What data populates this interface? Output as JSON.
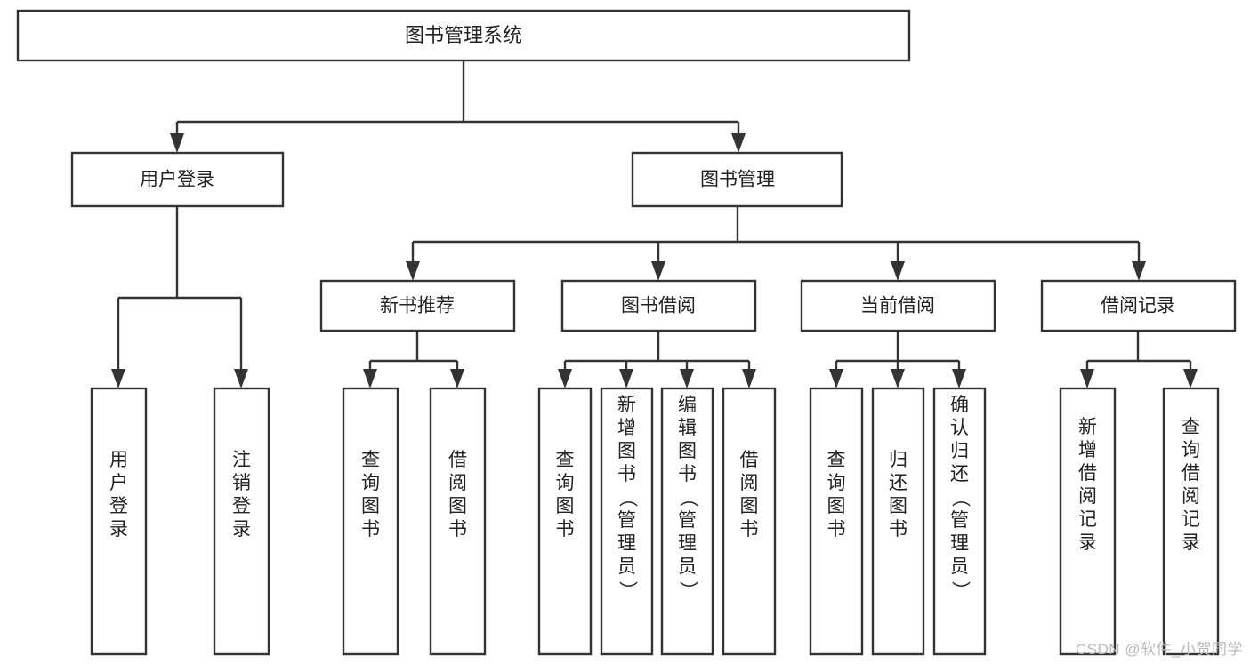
{
  "diagram": {
    "type": "tree-hierarchy",
    "title": "图书管理系统",
    "orientation": "top-down",
    "colors": {
      "box_stroke": "#333333",
      "box_fill": "#ffffff",
      "text": "#222222",
      "background": "#ffffff",
      "watermark": "#b9b9b9"
    },
    "root": {
      "id": "root",
      "label": "图书管理系统",
      "text_orientation": "horizontal"
    },
    "level2": [
      {
        "id": "user-login",
        "label": "用户登录",
        "text_orientation": "horizontal"
      },
      {
        "id": "book-manage",
        "label": "图书管理",
        "text_orientation": "horizontal"
      }
    ],
    "level3": [
      {
        "id": "new-book-recommend",
        "label": "新书推荐",
        "text_orientation": "horizontal",
        "parent": "book-manage"
      },
      {
        "id": "book-borrow",
        "label": "图书借阅",
        "text_orientation": "horizontal",
        "parent": "book-manage"
      },
      {
        "id": "current-borrow",
        "label": "当前借阅",
        "text_orientation": "horizontal",
        "parent": "book-manage"
      },
      {
        "id": "borrow-record",
        "label": "借阅记录",
        "text_orientation": "horizontal",
        "parent": "book-manage"
      }
    ],
    "leaves": [
      {
        "id": "leaf-user-login",
        "label": "用户登录",
        "parent": "user-login",
        "text_orientation": "vertical"
      },
      {
        "id": "leaf-logout-login",
        "label": "注销登录",
        "parent": "user-login",
        "text_orientation": "vertical"
      },
      {
        "id": "leaf-query-book-1",
        "label": "查询图书",
        "parent": "new-book-recommend",
        "text_orientation": "vertical"
      },
      {
        "id": "leaf-borrow-book-1",
        "label": "借阅图书",
        "parent": "new-book-recommend",
        "text_orientation": "vertical"
      },
      {
        "id": "leaf-query-book-2",
        "label": "查询图书",
        "parent": "book-borrow",
        "text_orientation": "vertical"
      },
      {
        "id": "leaf-add-book-admin",
        "label": "新增图书（管理员）",
        "parent": "book-borrow",
        "text_orientation": "vertical"
      },
      {
        "id": "leaf-edit-book-admin",
        "label": "编辑图书（管理员）",
        "parent": "book-borrow",
        "text_orientation": "vertical"
      },
      {
        "id": "leaf-borrow-book-2",
        "label": "借阅图书",
        "parent": "book-borrow",
        "text_orientation": "vertical"
      },
      {
        "id": "leaf-query-book-3",
        "label": "查询图书",
        "parent": "current-borrow",
        "text_orientation": "vertical"
      },
      {
        "id": "leaf-return-book",
        "label": "归还图书",
        "parent": "current-borrow",
        "text_orientation": "vertical"
      },
      {
        "id": "leaf-confirm-return-admin",
        "label": "确认归还（管理员）",
        "parent": "current-borrow",
        "text_orientation": "vertical"
      },
      {
        "id": "leaf-add-borrow-record",
        "label": "新增借阅记录",
        "parent": "borrow-record",
        "text_orientation": "vertical"
      },
      {
        "id": "leaf-query-borrow-record",
        "label": "查询借阅记录",
        "parent": "borrow-record",
        "text_orientation": "vertical"
      }
    ]
  },
  "watermark": {
    "text": "CSDN @软件_小贺同学"
  }
}
